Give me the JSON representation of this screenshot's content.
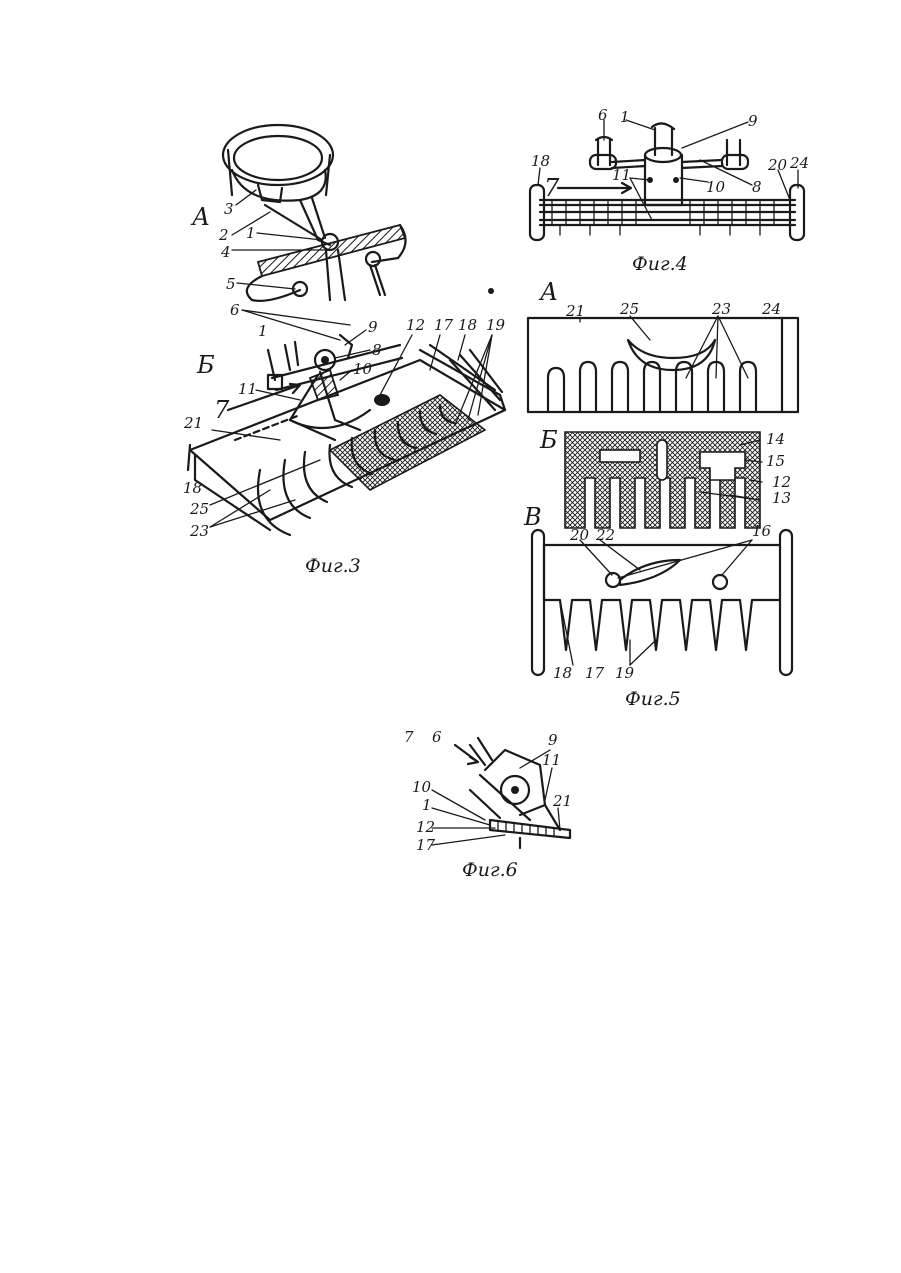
{
  "fig3": {
    "caption": "Фиг.3",
    "view_a": "А",
    "view_b": "Б",
    "labels": [
      "3",
      "2",
      "1",
      "4",
      "5",
      "6",
      "1",
      "9",
      "8",
      "10",
      "11",
      "7",
      "21",
      "18",
      "25",
      "23",
      "12",
      "17",
      "18",
      "19"
    ]
  },
  "fig4": {
    "caption": "Фиг.4",
    "labels": [
      "6",
      "1",
      "9",
      "18",
      "7",
      "11",
      "10",
      "8",
      "20",
      "24"
    ]
  },
  "fig5": {
    "caption": "Фиг.5",
    "view_a": "А",
    "view_b": "Б",
    "view_c": "В",
    "labels_a": [
      "21",
      "25",
      "23",
      "24"
    ],
    "labels_b": [
      "14",
      "15",
      "12",
      "13"
    ],
    "labels_c": [
      "20",
      "22",
      "16",
      "18",
      "17",
      "19"
    ]
  },
  "fig6": {
    "caption": "Фиг.6",
    "labels": [
      "7",
      "6",
      "9",
      "11",
      "21",
      "10",
      "1",
      "12",
      "17"
    ]
  }
}
